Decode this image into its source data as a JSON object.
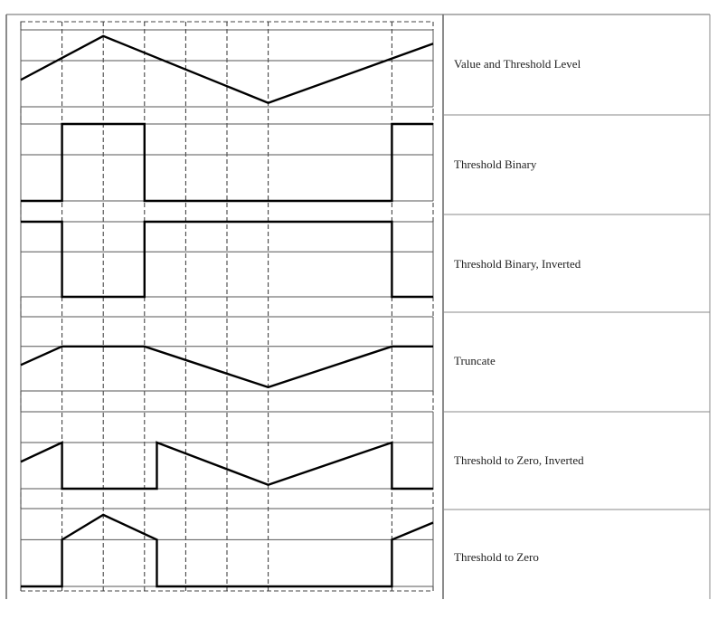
{
  "rows": [
    {
      "label": "Value and Threshold Level",
      "points": [
        [
          0,
          35
        ],
        [
          2,
          92
        ],
        [
          6,
          5
        ],
        [
          10,
          82
        ]
      ]
    },
    {
      "label": "Threshold Binary",
      "points": [
        [
          0,
          0
        ],
        [
          1,
          0
        ],
        [
          1,
          100
        ],
        [
          3,
          100
        ],
        [
          3,
          0
        ],
        [
          9,
          0
        ],
        [
          9,
          100
        ],
        [
          10,
          100
        ]
      ]
    },
    {
      "label": "Threshold Binary, Inverted",
      "points": [
        [
          0,
          100
        ],
        [
          1,
          100
        ],
        [
          1,
          0
        ],
        [
          3,
          0
        ],
        [
          3,
          100
        ],
        [
          9,
          100
        ],
        [
          9,
          0
        ],
        [
          10,
          0
        ]
      ]
    },
    {
      "label": "Truncate",
      "points": [
        [
          0,
          35
        ],
        [
          1,
          60
        ],
        [
          3,
          60
        ],
        [
          6,
          5
        ],
        [
          9,
          60
        ],
        [
          10,
          60
        ]
      ]
    },
    {
      "label": "Threshold to Zero, Inverted",
      "points": [
        [
          0,
          35
        ],
        [
          1,
          60
        ],
        [
          1,
          0
        ],
        [
          3.3,
          0
        ],
        [
          3.3,
          60
        ],
        [
          6,
          5
        ],
        [
          9,
          60
        ],
        [
          9,
          0
        ],
        [
          10,
          0
        ]
      ]
    },
    {
      "label": "Threshold to Zero",
      "points": [
        [
          0,
          0
        ],
        [
          1,
          0
        ],
        [
          1,
          60
        ],
        [
          2,
          92
        ],
        [
          3.3,
          60
        ],
        [
          3.3,
          0
        ],
        [
          9,
          0
        ],
        [
          9,
          60
        ],
        [
          10,
          82
        ]
      ]
    }
  ],
  "chart_data": {
    "type": "line",
    "x_gridlines": [
      0,
      1,
      2,
      3,
      4,
      5,
      6,
      9,
      10
    ],
    "xlim": [
      0,
      10
    ],
    "ylim": [
      0,
      100
    ],
    "threshold": 60
  }
}
